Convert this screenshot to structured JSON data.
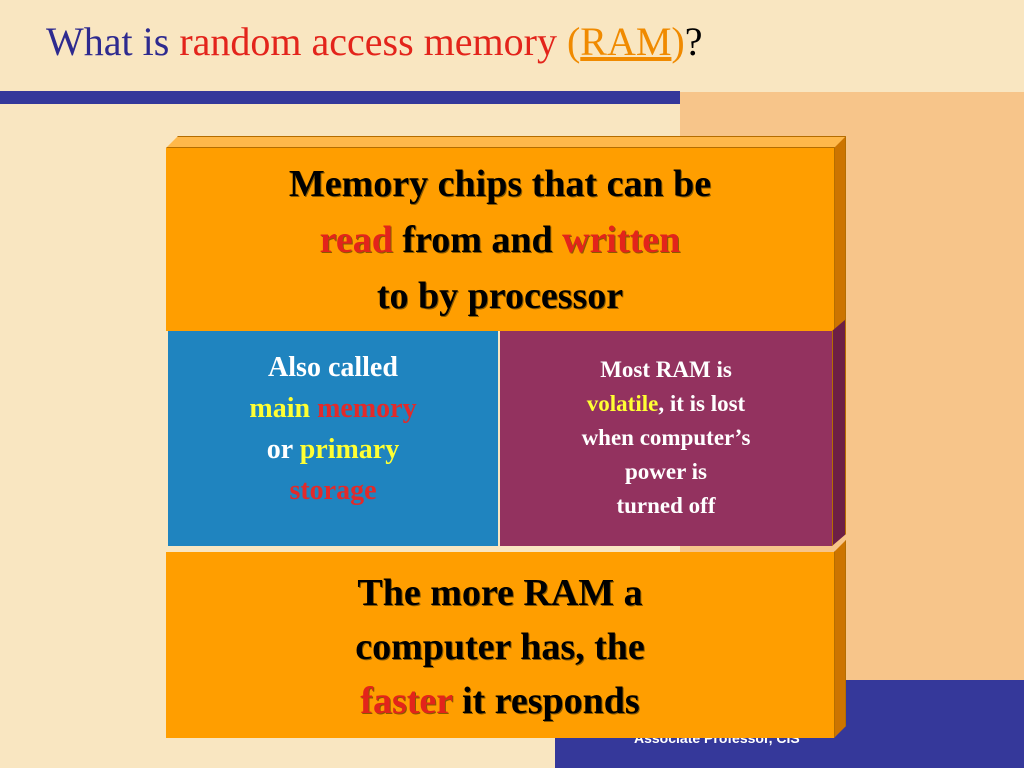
{
  "title": {
    "part1": "What is ",
    "part2": "random access memory ",
    "open_paren": "(",
    "ram": "RAM",
    "close_paren": ")",
    "question": "?"
  },
  "top_box": {
    "line1": "Memory chips that can be",
    "read": "read",
    "from_and": " from and ",
    "written": "written",
    "line3": "to by processor"
  },
  "blue_box": {
    "line1": "Also called",
    "main": "main",
    "memory": "memory",
    "or": "or ",
    "primary": "primary",
    "storage": "storage"
  },
  "purple_box": {
    "line1": "Most RAM is",
    "volatile": "volatile",
    "rest1": ", it is lost",
    "line3": "when computer’s",
    "line4": "power is",
    "line5": "turned off"
  },
  "bottom_box": {
    "line1": "The more RAM a",
    "line2": "computer has, the",
    "faster": "faster",
    "rest": " it responds"
  },
  "footer": {
    "text": "Associate Professor, CIS"
  },
  "colors": {
    "navy": "#35389a",
    "orange": "#ff9e00",
    "blue": "#1f84bf",
    "purple": "#93325f",
    "accent_red": "#e3241b"
  }
}
